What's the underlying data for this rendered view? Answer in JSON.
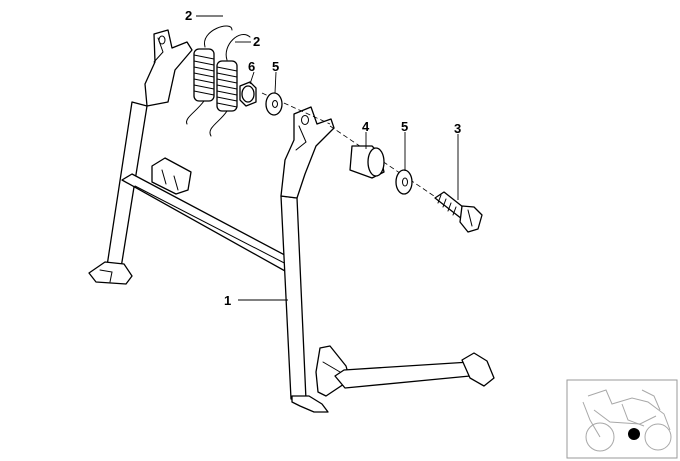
{
  "diagram": {
    "callouts": [
      {
        "id": "label-1",
        "text": "1"
      },
      {
        "id": "label-2a",
        "text": "2"
      },
      {
        "id": "label-2b",
        "text": "2"
      },
      {
        "id": "label-3",
        "text": "3"
      },
      {
        "id": "label-4",
        "text": "4"
      },
      {
        "id": "label-5a",
        "text": "5"
      },
      {
        "id": "label-5b",
        "text": "5"
      },
      {
        "id": "label-6",
        "text": "6"
      }
    ],
    "inset": {
      "icon": "motorcycle-silhouette-icon",
      "marker_color": "#000000"
    }
  }
}
